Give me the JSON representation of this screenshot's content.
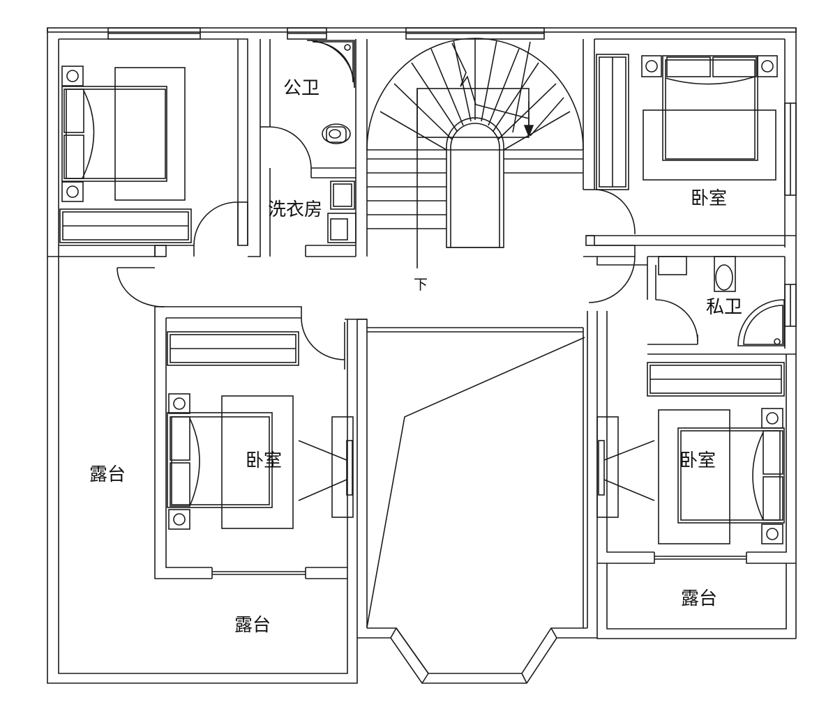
{
  "rooms": {
    "public_bath": "公卫",
    "laundry": "洗衣房",
    "bedroom_ne": "卧室",
    "private_bath": "私卫",
    "bedroom_center": "卧室",
    "bedroom_e": "卧室",
    "terrace_w": "露台",
    "terrace_s": "露台",
    "terrace_se": "露台",
    "stair_down": "下"
  },
  "colors": {
    "line": "#1a1a1a",
    "background": "#ffffff"
  }
}
